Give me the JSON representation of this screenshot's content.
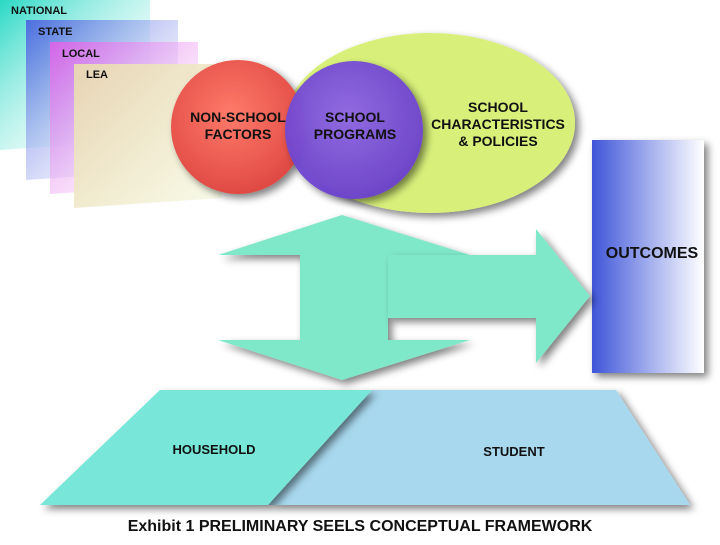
{
  "levels": [
    "NATIONAL",
    "STATE",
    "LOCAL",
    "LEA"
  ],
  "circles": {
    "non_school": "NON-SCHOOL\nFACTORS",
    "programs": "SCHOOL\nPROGRAMS",
    "characteristics": "SCHOOL\nCHARACTERISTICS\n& POLICIES"
  },
  "outcomes": "OUTCOMES",
  "bases": {
    "household": "HOUSEHOLD",
    "student": "STUDENT"
  },
  "caption": "Exhibit 1  PRELIMINARY SEELS CONCEPTUAL FRAMEWORK",
  "colors": {
    "national": "#28d8c4",
    "state": "#4a5fe0",
    "local": "#e060e8",
    "lea": "#e8dca8",
    "non_school": "#e85a50",
    "programs": "#7a4fd8",
    "characteristics": "#d8f07a",
    "arrow": "#7fe8c8",
    "outcomes": "#4a60e0",
    "household": "#78e6d8",
    "student": "#a8d8ee"
  }
}
